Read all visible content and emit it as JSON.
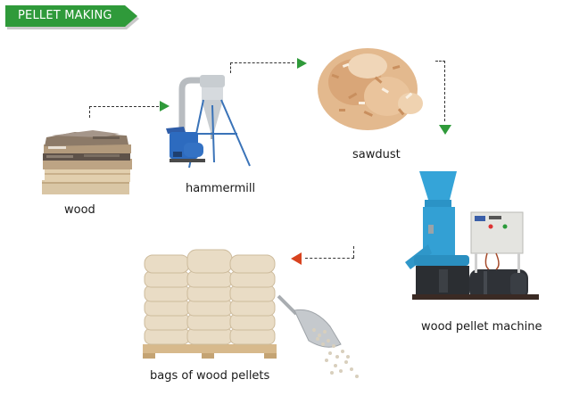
{
  "banner": {
    "title": "PELLET MAKING"
  },
  "colors": {
    "banner_green": "#2f9a3a",
    "arrow_green": "#2f9a3a",
    "arrow_red": "#d8431f",
    "dashed_line": "#333333"
  },
  "steps": [
    {
      "id": "wood",
      "label": "wood",
      "icon": "wood-stack-icon"
    },
    {
      "id": "hammermill",
      "label": "hammermill",
      "icon": "hammermill-icon"
    },
    {
      "id": "sawdust",
      "label": "sawdust",
      "icon": "sawdust-pile-icon"
    },
    {
      "id": "wood_pellet_machine",
      "label": "wood pellet machine",
      "icon": "pellet-machine-icon"
    },
    {
      "id": "bags_of_wood_pellets",
      "label": "bags of wood pellets",
      "icon": "pellet-bags-icon"
    }
  ],
  "arrows": [
    {
      "from": "wood",
      "to": "hammermill",
      "direction": "right",
      "color": "green"
    },
    {
      "from": "hammermill",
      "to": "sawdust",
      "direction": "right",
      "color": "green"
    },
    {
      "from": "sawdust",
      "to": "wood_pellet_machine",
      "direction": "down",
      "color": "green"
    },
    {
      "from": "wood_pellet_machine",
      "to": "bags_of_wood_pellets",
      "direction": "left",
      "color": "red"
    }
  ]
}
